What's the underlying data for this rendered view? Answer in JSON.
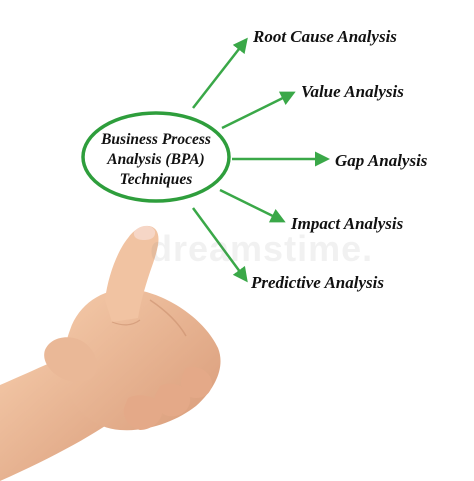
{
  "diagram": {
    "center_lines": [
      "Business Process",
      "Analysis (BPA)",
      "Techniques"
    ],
    "branches": [
      "Root Cause Analysis",
      "Value Analysis",
      "Gap Analysis",
      "Impact Analysis",
      "Predictive Analysis"
    ],
    "accent_color": "#2e9e3c",
    "arrow_color": "#3aa848"
  },
  "watermark": "dreamstime."
}
